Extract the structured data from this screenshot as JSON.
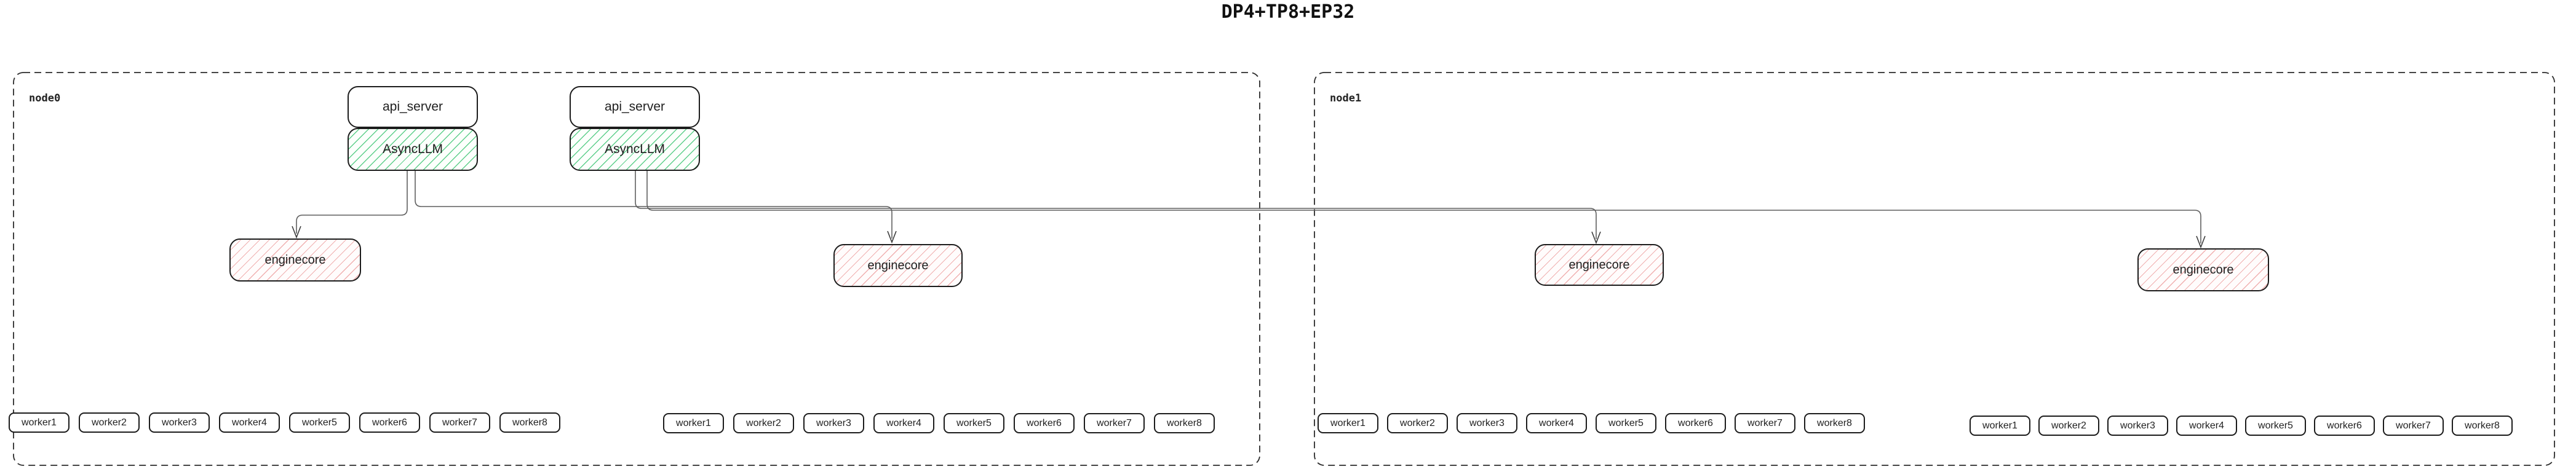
{
  "title": "DP4+TP8+EP32",
  "colors": {
    "asyncllm_hatch": "#5ecf8b",
    "enginecore_hatch": "#f0b0b0",
    "box_border": "#1c1c1c",
    "edge_line": "#5f5f5f"
  },
  "node0": {
    "label": "node0",
    "api_servers": [
      {
        "label": "api_server"
      },
      {
        "label": "api_server"
      }
    ],
    "asyncllms": [
      {
        "label": "AsyncLLM"
      },
      {
        "label": "AsyncLLM"
      }
    ],
    "enginecores": [
      {
        "label": "enginecore"
      },
      {
        "label": "enginecore"
      }
    ],
    "worker_groups": [
      {
        "workers": [
          "worker1",
          "worker2",
          "worker3",
          "worker4",
          "worker5",
          "worker6",
          "worker7",
          "worker8"
        ]
      },
      {
        "workers": [
          "worker1",
          "worker2",
          "worker3",
          "worker4",
          "worker5",
          "worker6",
          "worker7",
          "worker8"
        ]
      }
    ]
  },
  "node1": {
    "label": "node1",
    "enginecores": [
      {
        "label": "enginecore"
      },
      {
        "label": "enginecore"
      }
    ],
    "worker_groups": [
      {
        "workers": [
          "worker1",
          "worker2",
          "worker3",
          "worker4",
          "worker5",
          "worker6",
          "worker7",
          "worker8"
        ]
      },
      {
        "workers": [
          "worker1",
          "worker2",
          "worker3",
          "worker4",
          "worker5",
          "worker6",
          "worker7",
          "worker8"
        ]
      }
    ]
  },
  "edges": [
    {
      "from": "node0.AsyncLLM.0",
      "to": "node0.enginecore.0"
    },
    {
      "from": "node0.AsyncLLM.0",
      "to": "node0.enginecore.1"
    },
    {
      "from": "node0.AsyncLLM.1",
      "to": "node1.enginecore.0"
    },
    {
      "from": "node0.AsyncLLM.1",
      "to": "node1.enginecore.1"
    }
  ]
}
